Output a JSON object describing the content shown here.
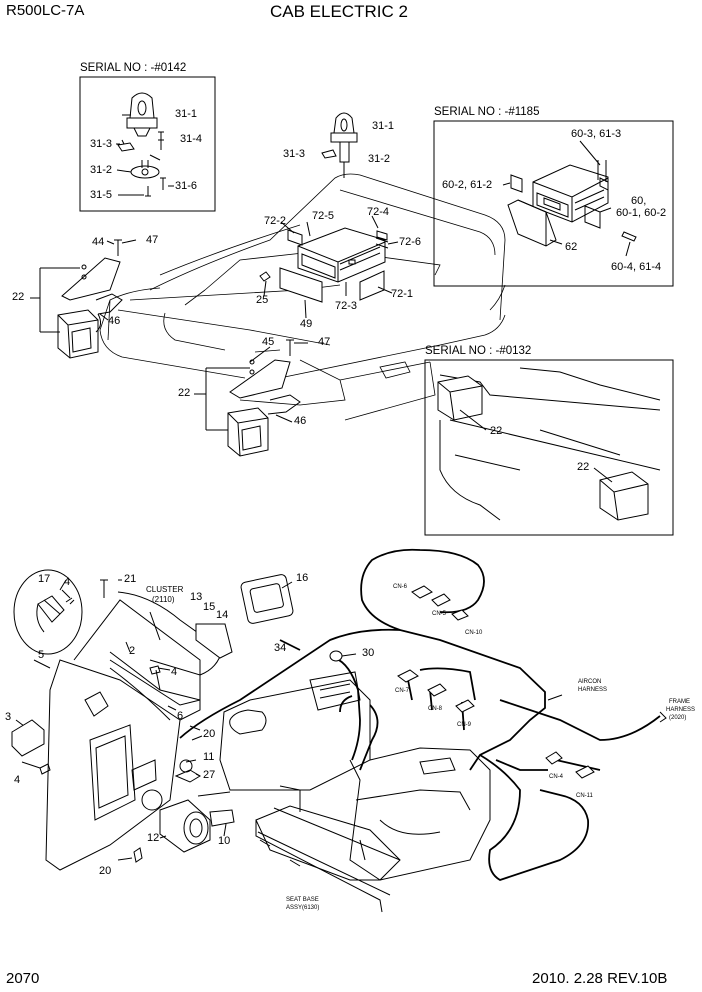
{
  "header": {
    "model": "R500LC-7A",
    "title": "CAB ELECTRIC 2"
  },
  "footer": {
    "page": "2070",
    "revision": "2010. 2.28  REV.10B"
  },
  "serial_notes": {
    "beacon": "SERIAL NO : -#0142",
    "radio": "SERIAL NO : -#1185",
    "lamp": "SERIAL NO : -#0132"
  },
  "part_labels": {
    "p31_1a": "31-1",
    "p31_3a": "31-3",
    "p31_4": "31-4",
    "p31_2a": "31-2",
    "p31_5": "31-5",
    "p31_6": "31-6",
    "p31_1b": "31-1",
    "p31_3b": "31-3",
    "p31_2b": "31-2",
    "p60_3": "60-3, 61-3",
    "p60_2": "60-2, 61-2",
    "p60": "60,",
    "p60_1": "60-1, 60-2",
    "p62": "62",
    "p60_4": "60-4, 61-4",
    "p72_2": "72-2",
    "p72_5": "72-5",
    "p72_4": "72-4",
    "p72_6": "72-6",
    "p72_1": "72-1",
    "p72_3": "72-3",
    "p25": "25",
    "p49": "49",
    "p44": "44",
    "p47a": "47",
    "p22a": "22",
    "p46a": "46",
    "p45": "45",
    "p47b": "47",
    "p22b": "22",
    "p46b": "46",
    "p22c": "22",
    "p22d": "22",
    "p17": "17",
    "p4a": "4",
    "p21": "21",
    "p13": "13",
    "p15": "15",
    "p14": "14",
    "p16": "16",
    "p5": "5",
    "p2": "2",
    "p4b": "4",
    "p6": "6",
    "p3": "3",
    "p4c": "4",
    "p20a": "20",
    "p11": "11",
    "p27": "27",
    "p12": "12",
    "p10": "10",
    "p20b": "20",
    "p34": "34",
    "p30": "30"
  },
  "cluster_label": {
    "line1": "CLUSTER",
    "line2": "(2110)"
  },
  "connectors": {
    "cn6": "CN-6",
    "cn5": "CN-5",
    "cn10": "CN-10",
    "cn7": "CN-7",
    "cn8": "CN-8",
    "cn9": "CN-9",
    "cn4": "CN-4",
    "cn11": "CN-11"
  },
  "harness_notes": {
    "aircon_1": "AIRCON",
    "aircon_2": "HARNESS",
    "frame_1": "FRAME",
    "frame_2": "HARNESS",
    "frame_3": "(2020)",
    "seat_1": "SEAT BASE",
    "seat_2": "ASSY(6130)"
  }
}
